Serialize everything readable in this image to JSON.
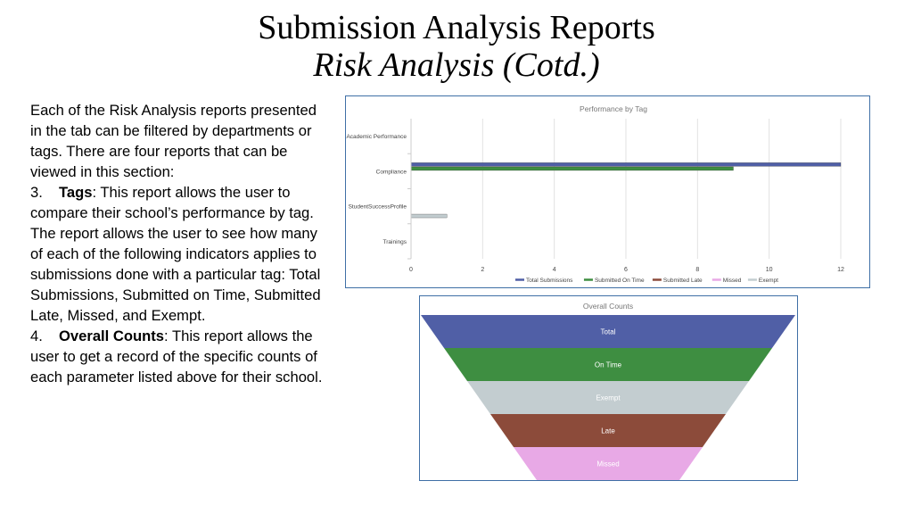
{
  "slide": {
    "title": "Submission Analysis Reports",
    "subtitle": "Risk Analysis (Cotd.)",
    "intro": "Each of the Risk Analysis reports presented in the tab can be filtered by departments or tags. There are four reports that can be viewed in this section:",
    "item3": {
      "number": "3.",
      "term": "Tags",
      "text": ": This report allows the user to compare their school’s performance by tag. The report allows the user to see how many of each of the following indicators applies to submissions done with a particular tag: Total Submissions, Submitted on Time, Submitted Late, Missed, and Exempt."
    },
    "item4": {
      "number": "4.",
      "term": "Overall Counts",
      "text": ": This report allows the user to get a record of the specific counts of each parameter listed above for their school."
    }
  },
  "chart_data": [
    {
      "type": "bar",
      "orientation": "horizontal",
      "title": "Performance by Tag",
      "categories": [
        "Academic Performance",
        "Compliance",
        "StudentSuccessProfile",
        "Trainings"
      ],
      "series": [
        {
          "name": "Total Submissions",
          "color": "#505fa6",
          "values": [
            0,
            12,
            0,
            0
          ]
        },
        {
          "name": "Submitted On Time",
          "color": "#3e8e41",
          "values": [
            0,
            9,
            0,
            0
          ]
        },
        {
          "name": "Submitted Late",
          "color": "#8c4b3a",
          "values": [
            0,
            0,
            0,
            0
          ]
        },
        {
          "name": "Missed",
          "color": "#e8a9e6",
          "values": [
            0,
            0,
            0,
            0
          ]
        },
        {
          "name": "Exempt",
          "color": "#c3cdd0",
          "values": [
            0,
            0,
            1,
            0
          ]
        }
      ],
      "xlim": [
        0,
        12
      ],
      "xticks": [
        "0",
        "2",
        "4",
        "6",
        "8",
        "10",
        "12"
      ],
      "grid": true,
      "legend": "bottom"
    },
    {
      "type": "funnel",
      "title": "Overall Counts",
      "stages": [
        {
          "label": "Total",
          "color": "#505fa6"
        },
        {
          "label": "On Time",
          "color": "#3e8e41"
        },
        {
          "label": "Exempt",
          "color": "#c3cdd0"
        },
        {
          "label": "Late",
          "color": "#8c4b3a"
        },
        {
          "label": "Missed",
          "color": "#e8a9e6"
        }
      ]
    }
  ]
}
